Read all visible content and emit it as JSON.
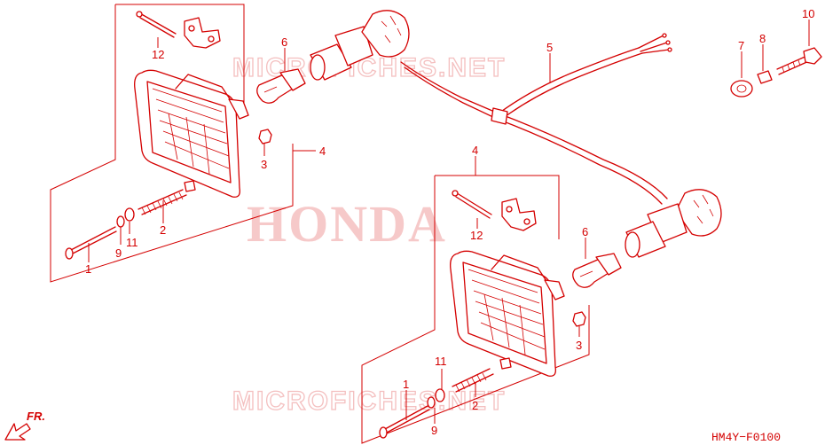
{
  "diagram": {
    "watermarks": {
      "brand": "HONDA",
      "site_top": "MICROFICHES.NET",
      "site_bottom": "MICROFICHES.NET"
    },
    "diagram_code": "HM4Y−F0100",
    "direction_label": "FR.",
    "callouts": {
      "c1a": "1",
      "c2a": "2",
      "c3a": "3",
      "c4a": "4",
      "c9a": "9",
      "c11a": "11",
      "c12a": "12",
      "c6a": "6",
      "c5": "5",
      "c7": "7",
      "c8": "8",
      "c10": "10",
      "c4b": "4",
      "c12b": "12",
      "c6b": "6",
      "c3b": "3",
      "c11b": "11",
      "c1b": "1",
      "c2b": "2",
      "c9b": "9"
    }
  }
}
